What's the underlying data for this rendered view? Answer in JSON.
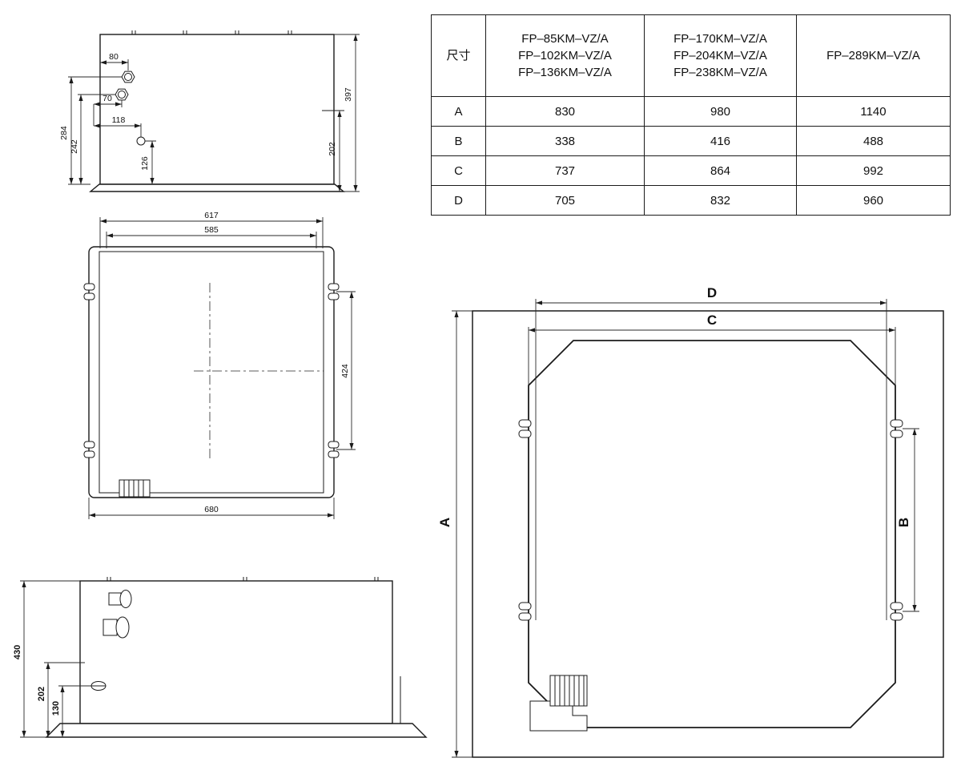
{
  "page": {
    "background": "#ffffff",
    "line_color": "#1b1b1b"
  },
  "table": {
    "col1_header": "尺寸",
    "col2_header_lines": [
      "FP–85KM–VZ/A",
      "FP–102KM–VZ/A",
      "FP–136KM–VZ/A"
    ],
    "col3_header_lines": [
      "FP–170KM–VZ/A",
      "FP–204KM–VZ/A",
      "FP–238KM–VZ/A"
    ],
    "col4_header": "FP–289KM–VZ/A",
    "rows": [
      {
        "label": "A",
        "v1": "830",
        "v2": "980",
        "v3": "1140"
      },
      {
        "label": "B",
        "v1": "338",
        "v2": "416",
        "v3": "488"
      },
      {
        "label": "C",
        "v1": "737",
        "v2": "864",
        "v3": "992"
      },
      {
        "label": "D",
        "v1": "705",
        "v2": "832",
        "v3": "960"
      }
    ]
  },
  "side_view": {
    "dim_80": "80",
    "dim_70": "70",
    "dim_118": "118",
    "dim_126": "126",
    "dim_242": "242",
    "dim_284": "284",
    "dim_397": "397",
    "dim_202": "202"
  },
  "top_view": {
    "dim_617": "617",
    "dim_585": "585",
    "dim_424": "424",
    "dim_680": "680"
  },
  "front_view": {
    "dim_430": "430",
    "dim_202": "202",
    "dim_130": "130"
  },
  "plan_view": {
    "dim_A": "A",
    "dim_B": "B",
    "dim_C": "C",
    "dim_D": "D"
  }
}
